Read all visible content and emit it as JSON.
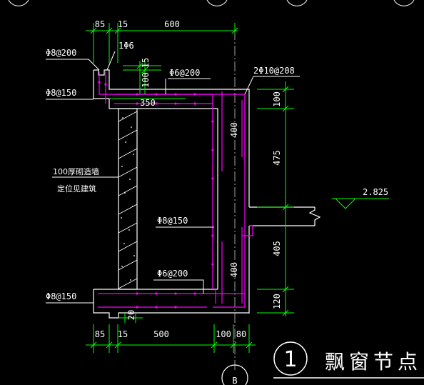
{
  "top_dims": {
    "d85": "85",
    "d15": "15",
    "d600": "600"
  },
  "bottom_dims": {
    "d85": "85",
    "d15": "15",
    "d500": "500",
    "d100": "100",
    "d80": "80"
  },
  "right_dims": {
    "d100": "100",
    "d475": "475",
    "d405": "405",
    "d120": "120"
  },
  "inner_dims": {
    "d15": "15",
    "d100": "100",
    "d350": "350",
    "d400_top": "400",
    "d400_bottom": "400",
    "d20": "20"
  },
  "rebar_labels": {
    "top_left": "Φ8@200",
    "one_phi6": "1Φ6",
    "top_phi6": "Φ6@200",
    "top_right": "2Φ10@208",
    "left_phi8": "Φ8@150",
    "mid_phi8": "Φ8@150",
    "bottom_phi6": "Φ6@200",
    "bottom_left": "Φ8@150"
  },
  "wall_note": {
    "line1": "100厚砌造墙",
    "line2": "定位见建筑"
  },
  "elevation": "2.825",
  "detail": {
    "number": "1",
    "title": "飘窗节点"
  },
  "axis_label": "B",
  "colors": {
    "background": "#000000",
    "dimension": "#00ff00",
    "concrete": "#ffffff",
    "rebar": "#ff00ff",
    "hatch": "#ffffff",
    "leader": "#ffffff",
    "axis": "#a0a0a0"
  }
}
